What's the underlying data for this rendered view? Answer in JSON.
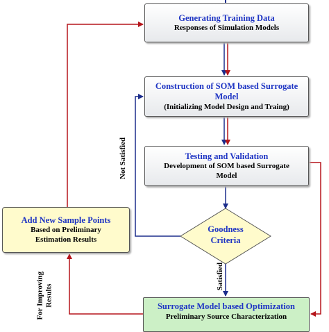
{
  "nodes": {
    "training": {
      "title": "Generating Training Data",
      "subtitle": "Responses of Simulation Models"
    },
    "construction": {
      "title_line1": "Construction of  SOM based Surrogate",
      "title_line2": "Model",
      "subtitle": "(Initializing Model Design and Traing)"
    },
    "testing": {
      "title": "Testing and Validation",
      "subtitle_line1": "Development of SOM based Surrogate",
      "subtitle_line2": "Model"
    },
    "decision": {
      "line1": "Goodness",
      "line2": "Criteria"
    },
    "sample_points": {
      "title": "Add New Sample Points",
      "subtitle_line1": "Based on Preliminary",
      "subtitle_line2": "Estimation Results"
    },
    "optimization": {
      "title": "Surrogate Model based Optimization",
      "subtitle": "Preliminary Source Characterization"
    }
  },
  "edge_labels": {
    "not_satisfied": "Not Satisfied",
    "satisfied": "Satisfied",
    "improving_line1": "For Improving",
    "improving_line2": "Results"
  },
  "colors": {
    "title_blue": "#1f35c4",
    "arrow_blue": "#1c2d8c",
    "arrow_red": "#b5151b",
    "decision_fill": "#fffbcc",
    "sample_fill": "#fffbcc",
    "optimization_fill": "#ccf0c6"
  }
}
